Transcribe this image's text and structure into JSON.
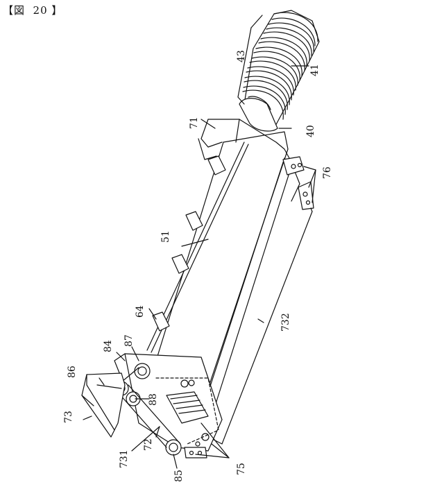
{
  "figure": {
    "title": "【図  20 】"
  },
  "reference_numerals": [
    {
      "id": "43",
      "rotate": true
    },
    {
      "id": "41",
      "rotate": true
    },
    {
      "id": "71",
      "rotate": true
    },
    {
      "id": "40",
      "rotate": true
    },
    {
      "id": "76",
      "rotate": true
    },
    {
      "id": "51",
      "rotate": true
    },
    {
      "id": "64",
      "rotate": true
    },
    {
      "id": "732",
      "rotate": true
    },
    {
      "id": "84",
      "rotate": true
    },
    {
      "id": "87",
      "rotate": true
    },
    {
      "id": "86",
      "rotate": true
    },
    {
      "id": "88",
      "rotate": true
    },
    {
      "id": "73",
      "rotate": true
    },
    {
      "id": "731",
      "rotate": true
    },
    {
      "id": "72",
      "rotate": true
    },
    {
      "id": "85",
      "rotate": true
    },
    {
      "id": "75",
      "rotate": true
    }
  ],
  "colors": {
    "line": "#111111",
    "background": "#ffffff"
  }
}
